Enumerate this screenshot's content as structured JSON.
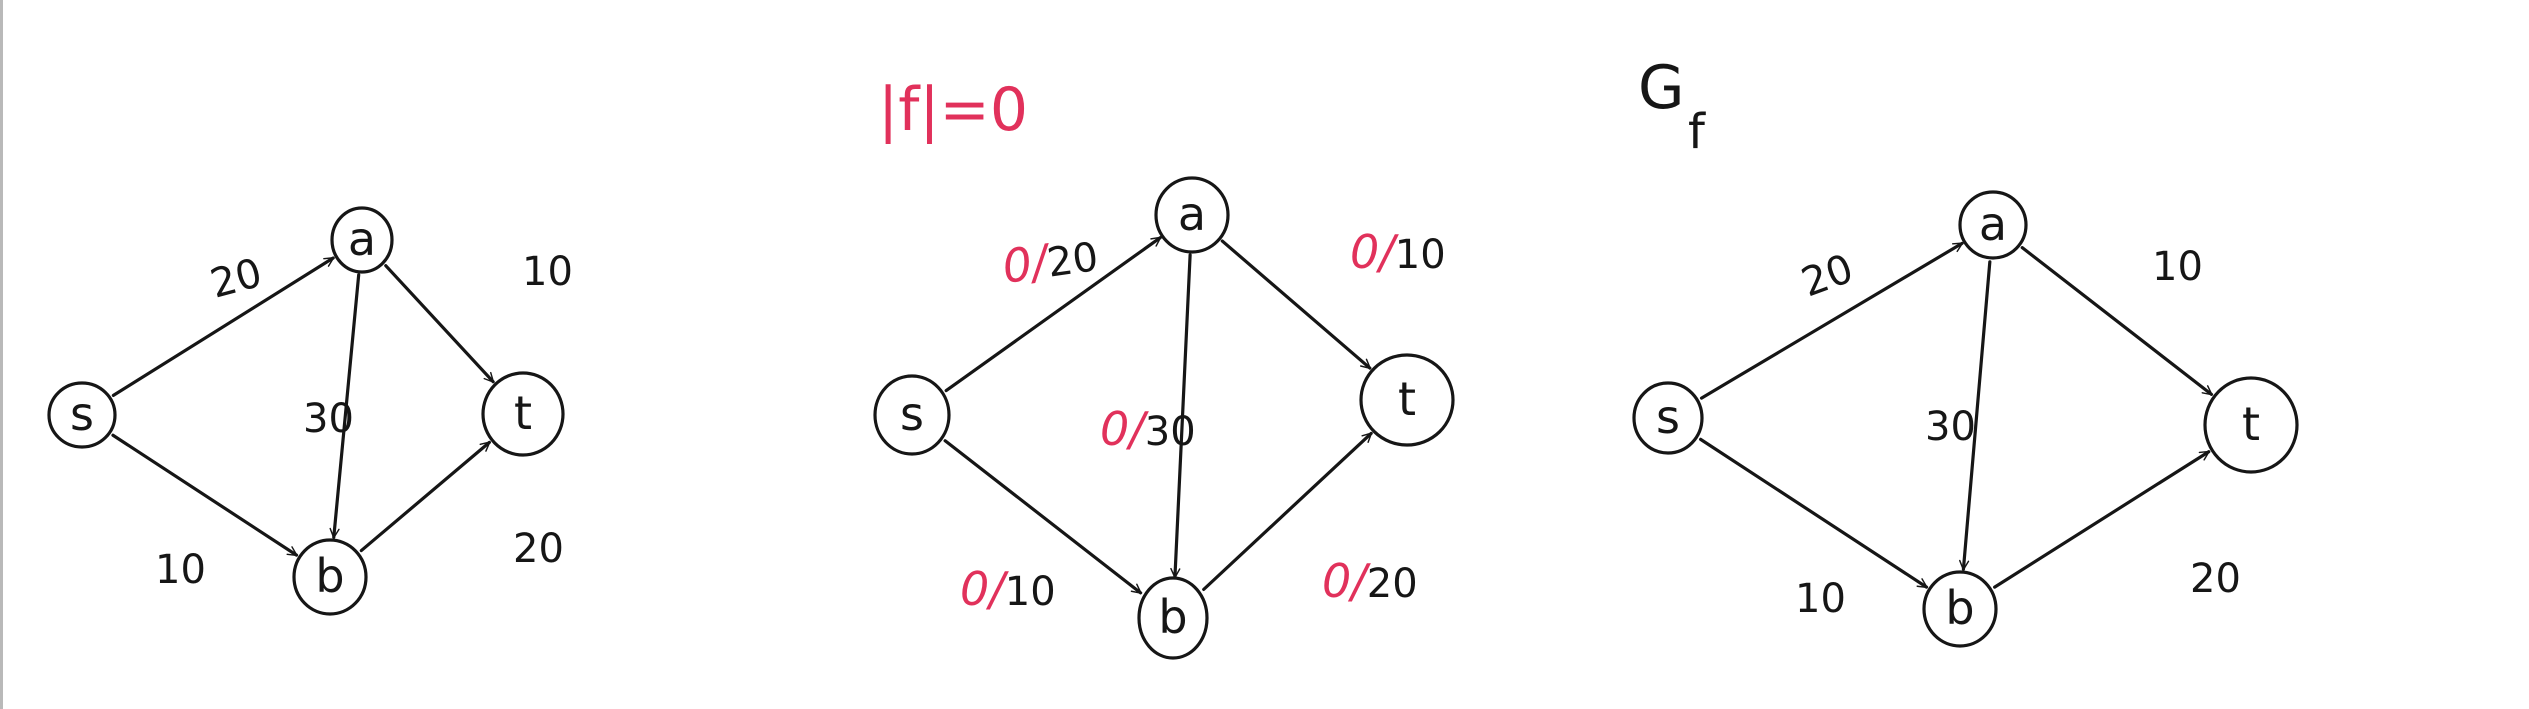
{
  "colors": {
    "ink": "#161616",
    "flow": "#e1315b"
  },
  "diagrams": [
    {
      "id": "original-graph",
      "title": "",
      "title_sub": "",
      "nodes": [
        {
          "id": "s",
          "label": "s"
        },
        {
          "id": "a",
          "label": "a"
        },
        {
          "id": "b",
          "label": "b"
        },
        {
          "id": "t",
          "label": "t"
        }
      ],
      "edges": [
        {
          "id": "s-a",
          "from": "s",
          "to": "a",
          "capacity": "20",
          "flow": ""
        },
        {
          "id": "a-t",
          "from": "a",
          "to": "t",
          "capacity": "10",
          "flow": ""
        },
        {
          "id": "a-b",
          "from": "a",
          "to": "b",
          "capacity": "30",
          "flow": ""
        },
        {
          "id": "s-b",
          "from": "s",
          "to": "b",
          "capacity": "10",
          "flow": ""
        },
        {
          "id": "b-t",
          "from": "b",
          "to": "t",
          "capacity": "20",
          "flow": ""
        }
      ]
    },
    {
      "id": "flow-graph",
      "title": "|f|=0",
      "title_sub": "",
      "nodes": [
        {
          "id": "s",
          "label": "s"
        },
        {
          "id": "a",
          "label": "a"
        },
        {
          "id": "b",
          "label": "b"
        },
        {
          "id": "t",
          "label": "t"
        }
      ],
      "edges": [
        {
          "id": "s-a",
          "from": "s",
          "to": "a",
          "capacity": "20",
          "flow": "0/"
        },
        {
          "id": "a-t",
          "from": "a",
          "to": "t",
          "capacity": "10",
          "flow": "0/"
        },
        {
          "id": "a-b",
          "from": "a",
          "to": "b",
          "capacity": "30",
          "flow": "0/"
        },
        {
          "id": "s-b",
          "from": "s",
          "to": "b",
          "capacity": "10",
          "flow": "0/"
        },
        {
          "id": "b-t",
          "from": "b",
          "to": "t",
          "capacity": "20",
          "flow": "0/"
        }
      ]
    },
    {
      "id": "residual-graph",
      "title": "G",
      "title_sub": "f",
      "nodes": [
        {
          "id": "s",
          "label": "s"
        },
        {
          "id": "a",
          "label": "a"
        },
        {
          "id": "b",
          "label": "b"
        },
        {
          "id": "t",
          "label": "t"
        }
      ],
      "edges": [
        {
          "id": "s-a",
          "from": "s",
          "to": "a",
          "capacity": "20",
          "flow": ""
        },
        {
          "id": "a-t",
          "from": "a",
          "to": "t",
          "capacity": "10",
          "flow": ""
        },
        {
          "id": "a-b",
          "from": "a",
          "to": "b",
          "capacity": "30",
          "flow": ""
        },
        {
          "id": "s-b",
          "from": "s",
          "to": "b",
          "capacity": "10",
          "flow": ""
        },
        {
          "id": "b-t",
          "from": "b",
          "to": "t",
          "capacity": "20",
          "flow": ""
        }
      ]
    }
  ]
}
